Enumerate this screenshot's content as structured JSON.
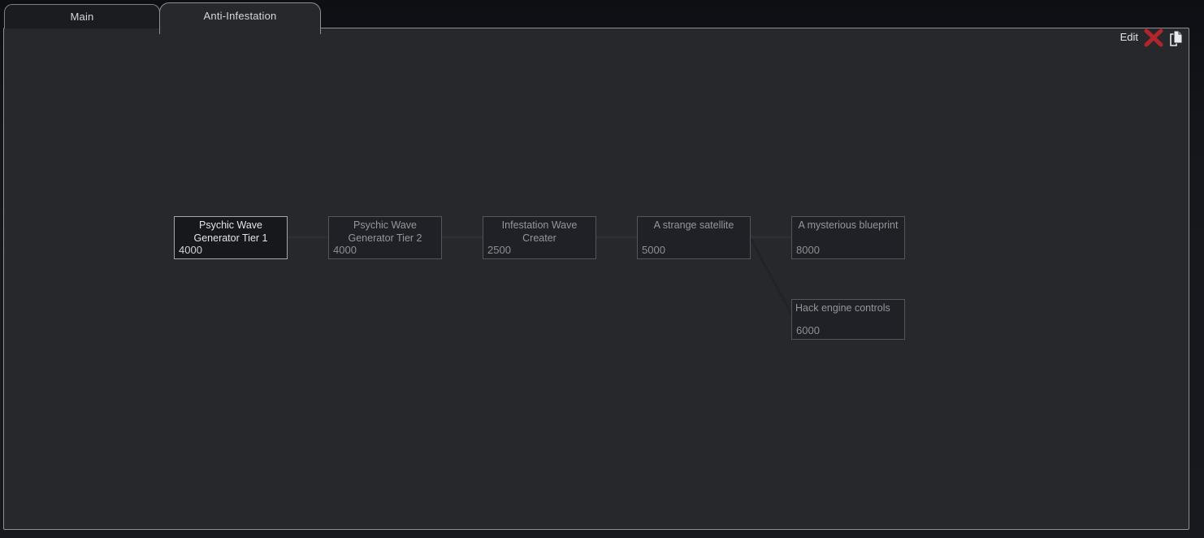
{
  "tabs": [
    {
      "label": "Main",
      "active": false
    },
    {
      "label": "Anti-Infestation",
      "active": true
    }
  ],
  "toolbar": {
    "edit_label": "Edit",
    "icons": [
      {
        "name": "red-x-delete-icon",
        "color": "#b2262b"
      },
      {
        "name": "copy-pages-icon",
        "color": "#e9eaec"
      }
    ]
  },
  "nodes": [
    {
      "title": "Psychic Wave Generator Tier 1",
      "cost": "4000",
      "state": "active"
    },
    {
      "title": "Psychic Wave Generator Tier 2",
      "cost": "4000",
      "state": "locked"
    },
    {
      "title": "Infestation Wave Creater",
      "cost": "2500",
      "state": "locked"
    },
    {
      "title": "A strange satellite",
      "cost": "5000",
      "state": "locked"
    },
    {
      "title": "A mysterious blueprint",
      "cost": "8000",
      "state": "locked"
    },
    {
      "title": "Hack engine controls",
      "cost": "6000",
      "state": "locked"
    }
  ],
  "edges": [
    {
      "from": 0,
      "to": 1
    },
    {
      "from": 1,
      "to": 2
    },
    {
      "from": 2,
      "to": 3
    },
    {
      "from": 3,
      "to": 4
    },
    {
      "from": 3,
      "to": 5
    }
  ],
  "colors": {
    "panel_bg": "#26282c",
    "outer_bg": "#13151a",
    "panel_border": "#8e9095",
    "node_border_locked": "#54565b",
    "node_border_active": "#a4a6aa",
    "accent_red": "#b2262b"
  }
}
